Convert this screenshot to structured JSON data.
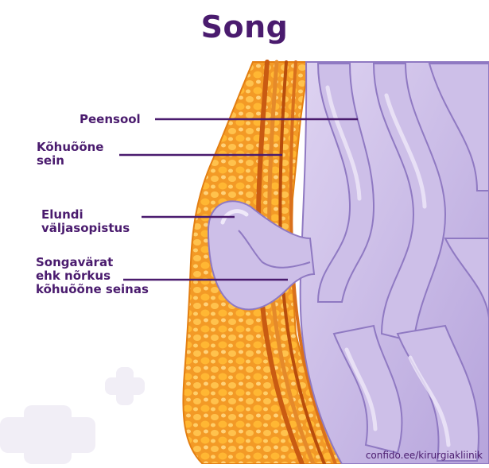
{
  "title": "Song",
  "labels": {
    "small_intestine": "Peensool",
    "abdominal_wall": [
      "Kõhuõõne",
      "sein"
    ],
    "organ_protrusion": [
      "Elundi",
      "väljasopistus"
    ],
    "hernia_opening": [
      "Songavärat",
      "ehk nõrkus",
      "kõhuõõne seinas"
    ]
  },
  "source": "confido.ee/kirurgiakliinik",
  "colors": {
    "title": "#4a1b6e",
    "leader_line": "#4a1b6e",
    "fat": "#f39a26",
    "fat_light": "#ffc24d",
    "muscle": "#c95b12",
    "intestine": "#c6b7e3",
    "intestine_dark": "#8f79c2",
    "intestine_light": "#ebe4f7",
    "background": "#ffffff"
  }
}
